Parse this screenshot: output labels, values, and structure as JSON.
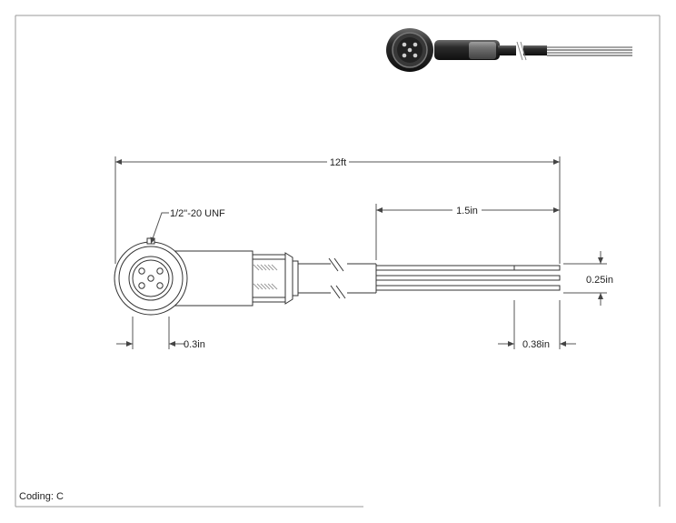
{
  "dimensions": {
    "overall_length": "12ft",
    "thread": "1/2\"-20 UNF",
    "stripped_length": "1.5in",
    "jacket_diameter": "0.25in",
    "connector_offset": "0.3in",
    "conductor_strip": "0.38in"
  },
  "coding_label": "Coding: C",
  "colors": {
    "line": "#333333",
    "dim_line": "#555555"
  },
  "icons": {
    "product_photo": "connector-cable-photo-icon"
  }
}
